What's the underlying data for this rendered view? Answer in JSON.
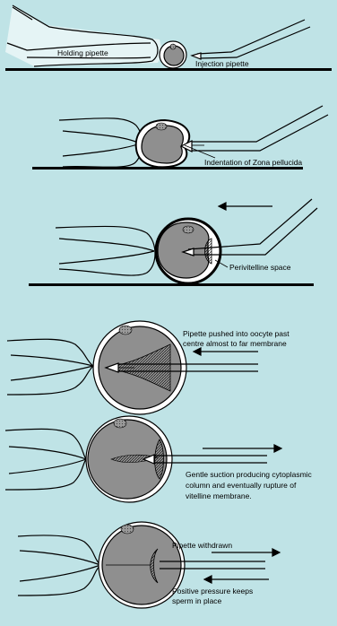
{
  "labels": {
    "holding_pipette": "Holding pipette",
    "injection_pipette": "Injection pipette",
    "indentation": "Indentation of Zona pellucida",
    "perivitelline": "Perivitelline space",
    "pushed_line1": "Pipette pushed into oocyte past",
    "pushed_line2": "centre almost to far membrane",
    "suction_line1": "Gentle suction producing cytoplasmic",
    "suction_line2": "column and eventually  rupture of",
    "suction_line3": "vitelline membrane.",
    "withdrawn": "Pipette withdrawn",
    "pressure_line1": "Positive pressure keeps",
    "pressure_line2": "sperm in place"
  },
  "colors": {
    "background": "#bfe3e6",
    "ink": "#000000",
    "cytoplasm": "#8f8f8f",
    "zona": "#ffffff"
  }
}
